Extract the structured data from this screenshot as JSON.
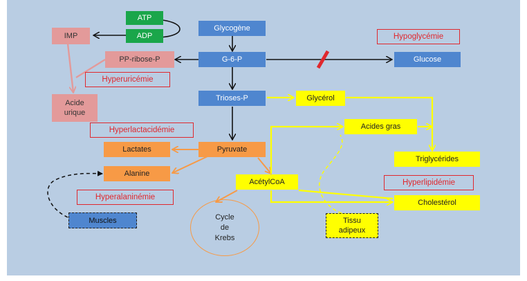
{
  "nodes": {
    "atp": "ATP",
    "adp": "ADP",
    "imp": "IMP",
    "pp_ribose_p": "PP-ribose-P",
    "acide_urique": "Acide\nurique",
    "glycogene": "Glycogène",
    "g6p": "G-6-P",
    "trioses_p": "Trioses-P",
    "glucose": "Glucose",
    "glycerol": "Glycérol",
    "acides_gras": "Acides gras",
    "triglycerides": "Triglycérides",
    "pyruvate": "Pyruvate",
    "lactates": "Lactates",
    "alanine": "Alanine",
    "acetylcoa": "AcétylCoA",
    "cholesterol": "Cholestérol",
    "cycle_krebs": "Cycle\nde\nKrebs",
    "muscles": "Muscles",
    "tissu_adipeux": "Tissu\nadipeux"
  },
  "conditions": {
    "hypoglycemie": "Hypoglycémie",
    "hyperuricemie": "Hyperuricémie",
    "hyperlactacidemie": "Hyperlactacidémie",
    "hyperalaninemie": "Hyperalaninémie",
    "hyperlipidemie": "Hyperlipidémie"
  },
  "colors": {
    "blue": "#4f86cf",
    "green": "#1aa64a",
    "pink": "#e39a9a",
    "orange": "#f79a46",
    "yellow": "#ffff00",
    "red": "#e0282e",
    "background": "#b9cde3"
  }
}
